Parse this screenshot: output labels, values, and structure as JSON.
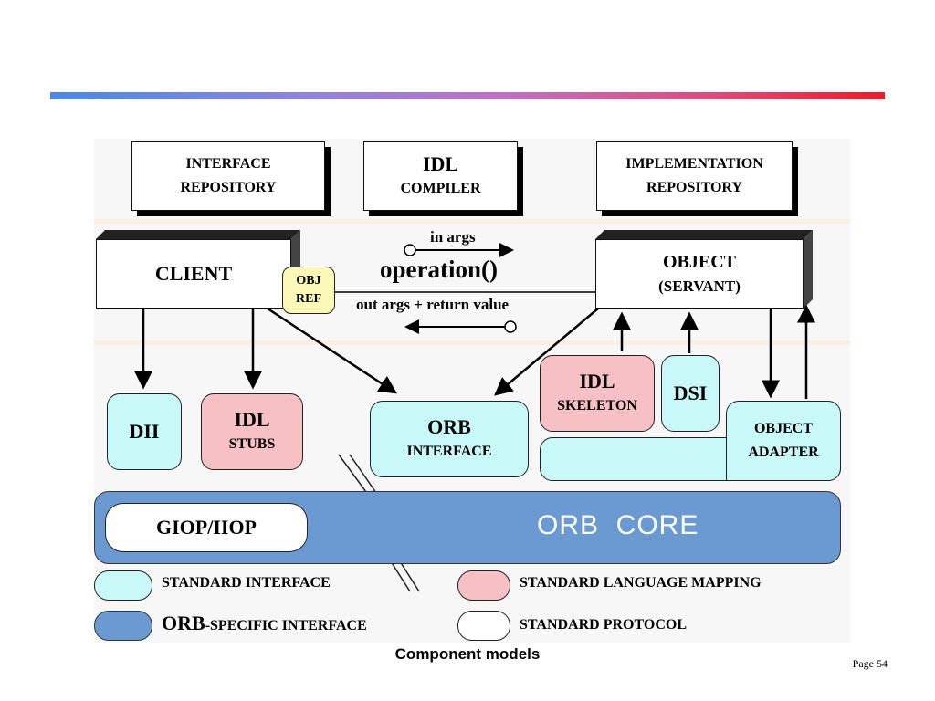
{
  "diagram": {
    "top_boxes": {
      "interface_repository": [
        "INTERFACE",
        "REPOSITORY"
      ],
      "idl_compiler": [
        "IDL",
        "COMPILER"
      ],
      "implementation_repository": [
        "IMPLEMENTATION",
        "REPOSITORY"
      ]
    },
    "client": "CLIENT",
    "obj_ref": [
      "OBJ",
      "REF"
    ],
    "in_args": "in  args",
    "operation": "operation()",
    "out_args": "out  args + return  value",
    "object": [
      "OBJECT",
      "(SERVANT)"
    ],
    "dii": "DII",
    "idl_stubs": [
      "IDL",
      "STUBS"
    ],
    "orb_interface": [
      "ORB",
      "INTERFACE"
    ],
    "idl_skeleton": [
      "IDL",
      "SKELETON"
    ],
    "dsi": "DSI",
    "object_adapter": [
      "OBJECT",
      "ADAPTER"
    ],
    "giop": "GIOP/IIOP",
    "orb_core": "ORB  CORE",
    "legend": {
      "standard_interface": "STANDARD  INTERFACE",
      "standard_language_mapping": "STANDARD  LANGUAGE  MAPPING",
      "orb_specific_prefix": "ORB",
      "orb_specific_suffix": "-SPECIFIC  INTERFACE",
      "standard_protocol": "STANDARD  PROTOCOL"
    },
    "colors": {
      "standard_interface": "#c8f8f8",
      "language_mapping": "#f6c0c4",
      "orb_specific": "#6b9ad2",
      "protocol": "#ffffff",
      "obj_ref": "#fcf8b8"
    }
  },
  "caption": "Component models",
  "page_number": "Page 54"
}
